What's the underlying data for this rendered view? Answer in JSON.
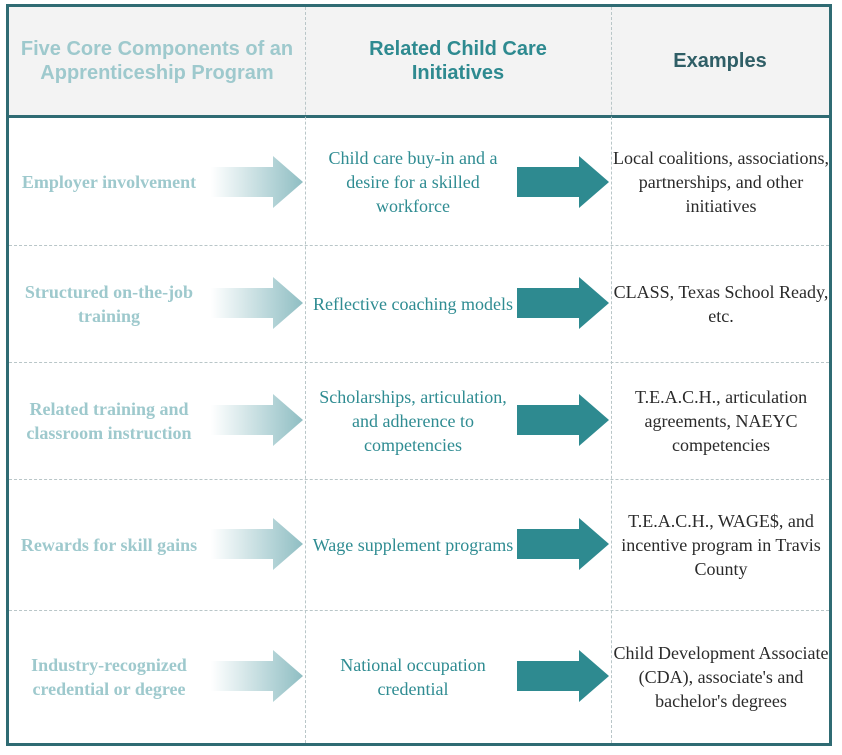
{
  "headers": {
    "col1": "Five Core Components of an Apprenticeship Program",
    "col2": "Related Child Care Initiatives",
    "col3": "Examples"
  },
  "rows": [
    {
      "component": "Employer involvement",
      "initiative": "Child care buy-in and a desire for a skilled workforce",
      "example": "Local coalitions, associations, partnerships, and other initiatives"
    },
    {
      "component": "Structured on-the-job training",
      "initiative": "Reflective coaching models",
      "example": "CLASS, Texas School Ready, etc."
    },
    {
      "component": "Related training and classroom instruction",
      "initiative": "Scholarships, articulation, and adherence to competencies",
      "example": "T.E.A.C.H., articulation agreements, NAEYC competencies"
    },
    {
      "component": "Rewards for skill gains",
      "initiative": "Wage supplement programs",
      "example": "T.E.A.C.H., WAGE$, and incentive program in Travis County"
    },
    {
      "component": "Industry-recognized credential or degree",
      "initiative": "National occupation credential",
      "example": "Child Development Associate (CDA), associate's and bachelor's degrees"
    }
  ],
  "colors": {
    "border": "#2f6b73",
    "light_teal": "#9ec9cd",
    "teal": "#2e8a90",
    "dark_teal": "#2f5e66"
  }
}
